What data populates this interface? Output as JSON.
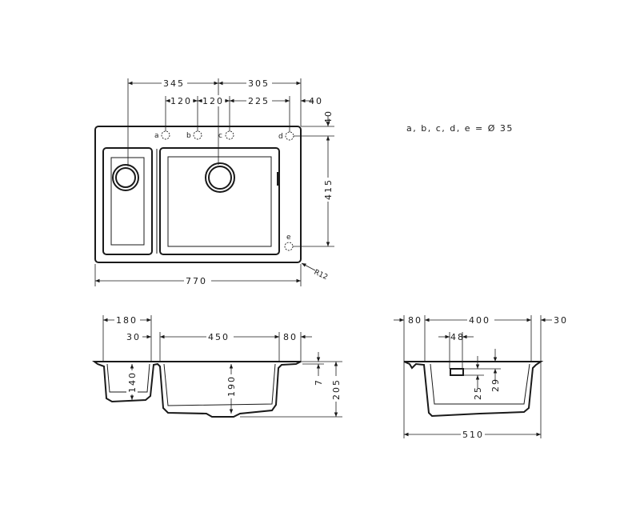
{
  "top_view": {
    "dims": {
      "d345": "345",
      "d305": "305",
      "d120a": "120",
      "d120b": "120",
      "d225": "225",
      "d40h": "40",
      "d40v": "40",
      "d415": "415",
      "d770": "770",
      "radius": "R12"
    },
    "holes": {
      "a": "a",
      "b": "b",
      "c": "c",
      "d": "d",
      "e": "e"
    }
  },
  "note": "a, b, c, d, e = Ø 35",
  "front_section": {
    "dims": {
      "d180": "180",
      "d30": "30",
      "d450": "450",
      "d80": "80",
      "d7": "7",
      "d205": "205",
      "d140": "140",
      "d190": "190"
    }
  },
  "side_section": {
    "dims": {
      "d80": "80",
      "d400": "400",
      "d30": "30",
      "d48": "48",
      "d25": "25",
      "d29": "29",
      "d510": "510"
    }
  }
}
